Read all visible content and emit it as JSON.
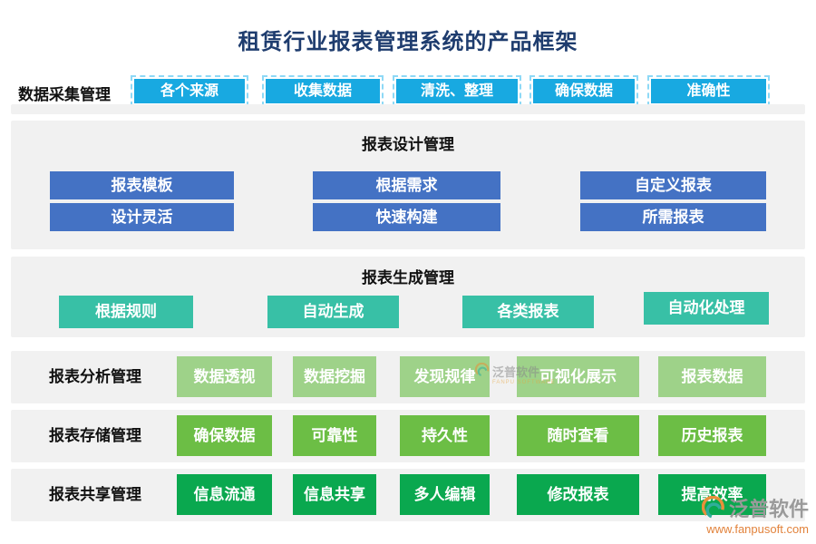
{
  "title": "租赁行业报表管理系统的产品框架",
  "colors": {
    "title_text": "#1e3c6e",
    "collect_button": "#18a9e1",
    "design_button": "#4472c4",
    "generate_button": "#38c0a6",
    "analysis_button": "#9ed289",
    "storage_button": "#6cbe45",
    "share_button": "#0aa84f",
    "panel_bg": "#f1f1f1"
  },
  "collect_row": {
    "label": "数据采集管理",
    "buttons": [
      "各个来源",
      "收集数据",
      "清洗、整理",
      "确保数据",
      "准确性"
    ]
  },
  "design_section": {
    "title": "报表设计管理",
    "rows": [
      [
        "报表模板",
        "根据需求",
        "自定义报表"
      ],
      [
        "设计灵活",
        "快速构建",
        "所需报表"
      ]
    ]
  },
  "generate_section": {
    "title": "报表生成管理",
    "buttons": [
      "根据规则",
      "自动生成",
      "各类报表",
      "自动化处理"
    ]
  },
  "analysis_row": {
    "label": "报表分析管理",
    "buttons": [
      "数据透视",
      "数据挖掘",
      "发现规律",
      "可视化展示",
      "报表数据"
    ]
  },
  "storage_row": {
    "label": "报表存储管理",
    "buttons": [
      "确保数据",
      "可靠性",
      "持久性",
      "随时查看",
      "历史报表"
    ]
  },
  "share_row": {
    "label": "报表共享管理",
    "buttons": [
      "信息流通",
      "信息共享",
      "多人编辑",
      "修改报表",
      "提高效率"
    ]
  },
  "watermark": {
    "brand": "泛普软件",
    "brand_sub": "FANPU SOFTWARE",
    "url": "www.fanpusoft.com"
  }
}
